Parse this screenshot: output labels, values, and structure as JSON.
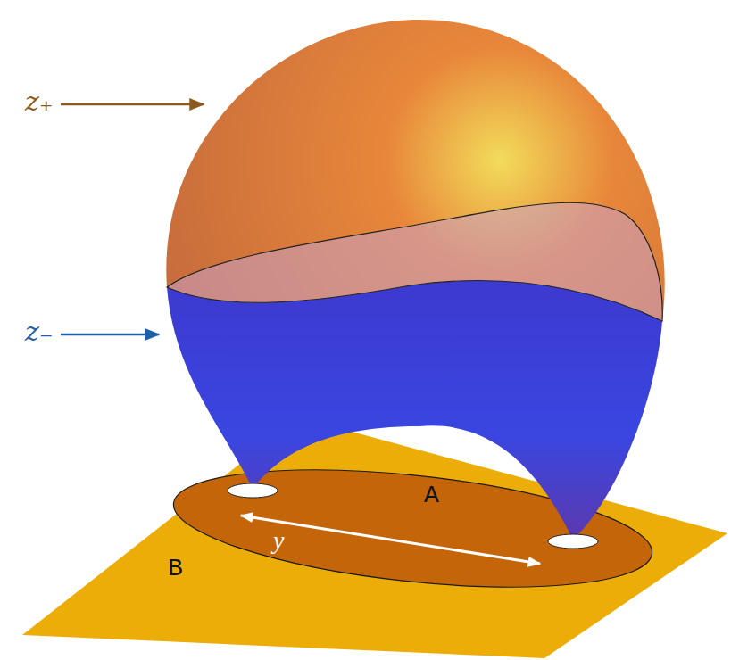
{
  "diagram": {
    "nodes": [
      {
        "text": [
          "B"
        ]
      },
      {
        "text": [
          "A"
        ],
        "in": 0
      }
    ],
    "labels": [
      "z₊",
      "z₋",
      "y"
    ]
  }
}
